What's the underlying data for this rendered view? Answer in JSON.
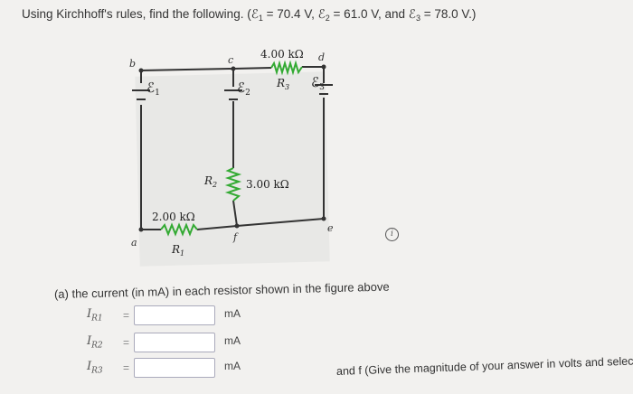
{
  "question": {
    "prefix": "Using Kirchhoff's rules, find the following. (",
    "e1": "ℰ",
    "e1_sub": "1",
    "e1_val": " = 70.4 V, ",
    "e2": "ℰ",
    "e2_sub": "2",
    "e2_val": " = 61.0 V, and ",
    "e3": "ℰ",
    "e3_sub": "3",
    "e3_val": " = 78.0 V.)"
  },
  "circuit": {
    "nodes": {
      "a": "a",
      "b": "b",
      "c": "c",
      "d": "d",
      "e": "e",
      "f": "f"
    },
    "emf1": "ℰ",
    "emf1_sub": "1",
    "emf2": "ℰ",
    "emf2_sub": "2",
    "emf3": "ℰ",
    "emf3_sub": "3",
    "r1": {
      "value": "2.00 kΩ",
      "name": "R",
      "sub": "1"
    },
    "r2": {
      "value": "3.00 kΩ",
      "name": "R",
      "sub": "2"
    },
    "r3": {
      "value": "4.00 kΩ",
      "name": "R",
      "sub": "3"
    }
  },
  "part_a": {
    "text": "(a)  the current (in mA) in each resistor shown in the figure above",
    "rows": [
      {
        "label": "I",
        "sub": "R1",
        "eq": "=",
        "value": "",
        "unit": "mA"
      },
      {
        "label": "I",
        "sub": "R2",
        "eq": "=",
        "value": "",
        "unit": "mA"
      },
      {
        "label": "I",
        "sub": "R3",
        "eq": "=",
        "value": "",
        "unit": "mA"
      }
    ]
  },
  "info_icon": "i",
  "part_f": "and f (Give the magnitude of your answer in volts and select the po"
}
